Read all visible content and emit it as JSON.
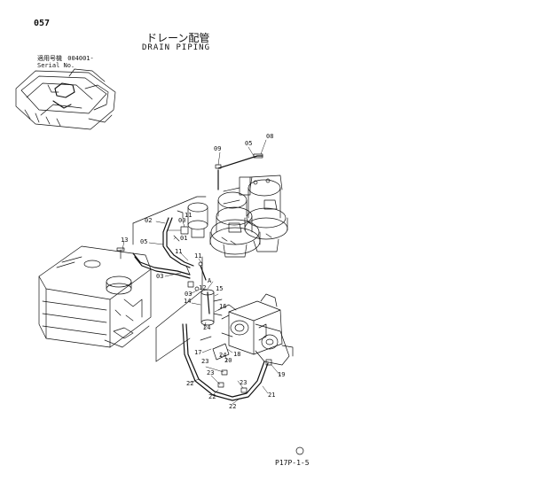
{
  "header": {
    "page_number": "057",
    "title_jp": "ドレーン配管",
    "title_en": "DRAIN PIPING"
  },
  "serial": {
    "label_jp": "適用号機",
    "range": "004001-",
    "label_en": "Serial No."
  },
  "footer": {
    "code": "P17P-1-5",
    "copyright": "©"
  },
  "callouts": [
    {
      "id": "c-09a",
      "text": "09"
    },
    {
      "id": "c-05a",
      "text": "05"
    },
    {
      "id": "c-08",
      "text": "08"
    },
    {
      "id": "c-02",
      "text": "02"
    },
    {
      "id": "c-00",
      "text": "00"
    },
    {
      "id": "c-11a",
      "text": "11"
    },
    {
      "id": "c-01",
      "text": "01"
    },
    {
      "id": "c-13",
      "text": "13"
    },
    {
      "id": "c-05b",
      "text": "05"
    },
    {
      "id": "c-11b",
      "text": "11"
    },
    {
      "id": "c-11c",
      "text": "11"
    },
    {
      "id": "c-03a",
      "text": "03"
    },
    {
      "id": "c-03b",
      "text": "03"
    },
    {
      "id": "c-12",
      "text": "12"
    },
    {
      "id": "c-A",
      "text": "A"
    },
    {
      "id": "c-15",
      "text": "15"
    },
    {
      "id": "c-14",
      "text": "14"
    },
    {
      "id": "c-16",
      "text": "16"
    },
    {
      "id": "c-24a",
      "text": "24"
    },
    {
      "id": "c-24b",
      "text": "24"
    },
    {
      "id": "c-17",
      "text": "17"
    },
    {
      "id": "c-20",
      "text": "20"
    },
    {
      "id": "c-18",
      "text": "18"
    },
    {
      "id": "c-23a",
      "text": "23"
    },
    {
      "id": "c-23b",
      "text": "23"
    },
    {
      "id": "c-23c",
      "text": "23"
    },
    {
      "id": "c-22a",
      "text": "22"
    },
    {
      "id": "c-22b",
      "text": "22"
    },
    {
      "id": "c-22c",
      "text": "22"
    },
    {
      "id": "c-19",
      "text": "19"
    },
    {
      "id": "c-21",
      "text": "21"
    }
  ],
  "colors": {
    "ink": "#111111",
    "paper": "#ffffff"
  }
}
